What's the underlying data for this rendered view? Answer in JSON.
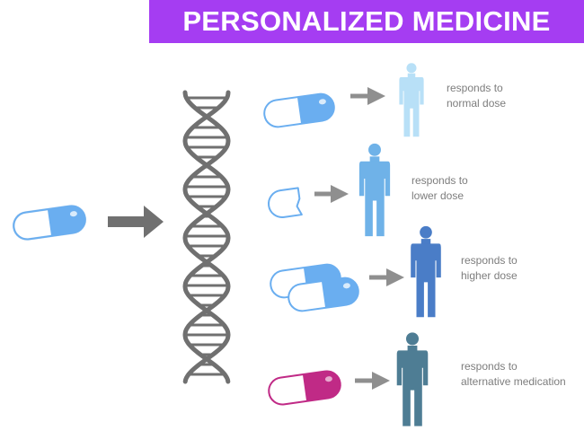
{
  "title": "PERSONALIZED MEDICINE",
  "colors": {
    "banner": "#a53df2",
    "pill_blue": "#6aaef0",
    "pill_magenta": "#c02a86",
    "pill_outline": "#c8dcef",
    "arrow": "#8f8f8f",
    "dna": "#707070",
    "person_normal": "#b8e0f7",
    "person_lower": "#6fb2e8",
    "person_higher": "#4a7dc7",
    "person_alternative": "#4e7d94"
  },
  "icons": {
    "medication": "capsule-icon",
    "genome": "dna-helix-icon",
    "patient": "person-silhouette-icon"
  },
  "outcomes": [
    {
      "line1": "responds to",
      "line2": "normal dose"
    },
    {
      "line1": "responds to",
      "line2": "lower dose"
    },
    {
      "line1": "responds to",
      "line2": "higher dose"
    },
    {
      "line1": "responds to",
      "line2": "alternative medication"
    }
  ]
}
